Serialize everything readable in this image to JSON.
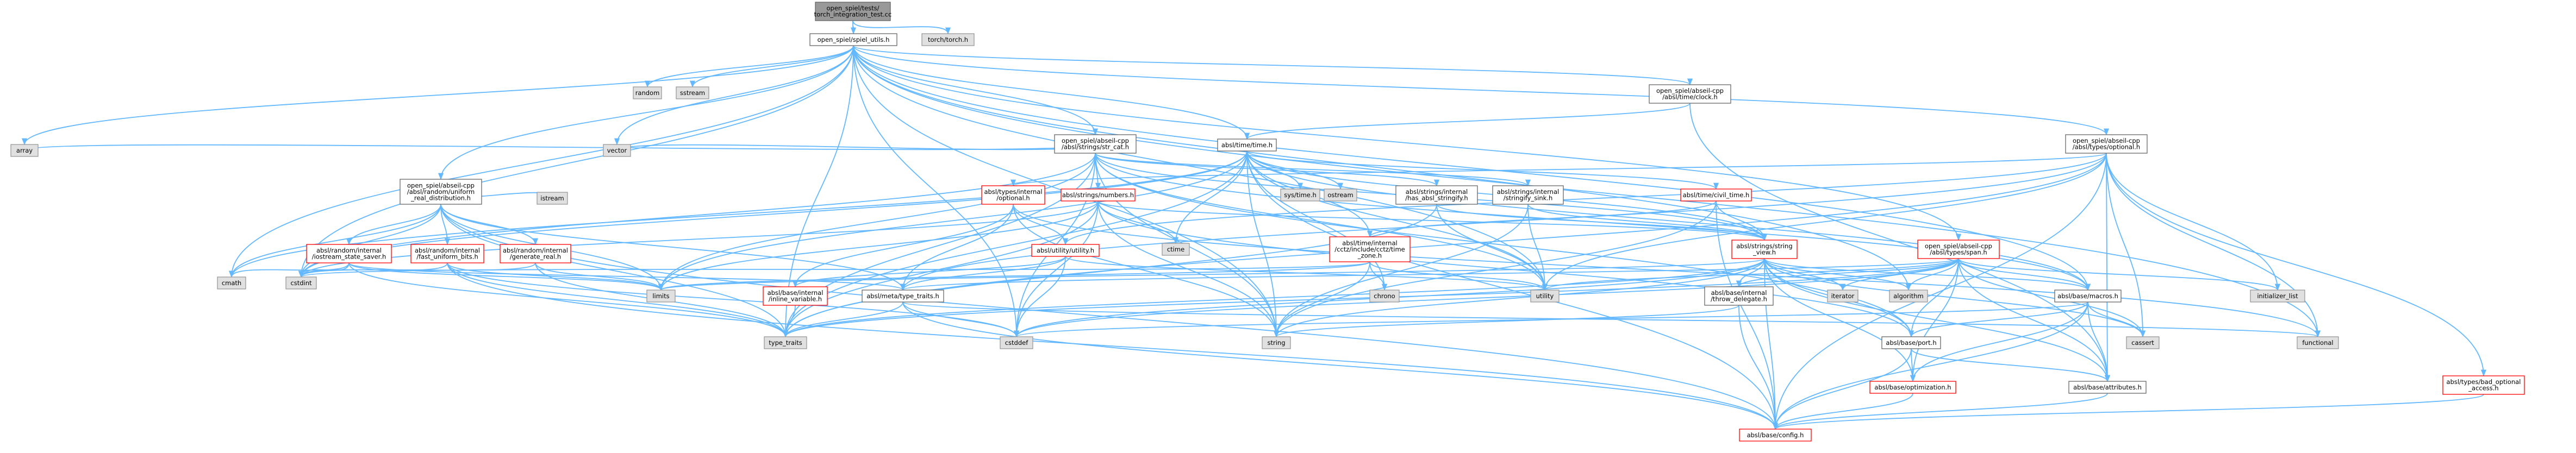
{
  "colors": {
    "edge": "#63b8ff",
    "root_fill": "#999999",
    "plain_fill": "#e0e0e0",
    "plain_border": "#999999",
    "link_fill": "#ffffff",
    "link_border": "#666666",
    "missing_border": "#ff0000"
  },
  "nodes": [
    {
      "id": "root",
      "lines": [
        "open_spiel/tests/",
        "torch_integration_test.cc"
      ],
      "kind": "root"
    },
    {
      "id": "spiel_utils",
      "lines": [
        "open_spiel/spiel_utils.h"
      ],
      "kind": "link"
    },
    {
      "id": "torch",
      "lines": [
        "torch/torch.h"
      ],
      "kind": "plain"
    },
    {
      "id": "random",
      "lines": [
        "random"
      ],
      "kind": "plain"
    },
    {
      "id": "sstream",
      "lines": [
        "sstream"
      ],
      "kind": "plain"
    },
    {
      "id": "array",
      "lines": [
        "array"
      ],
      "kind": "plain"
    },
    {
      "id": "vector",
      "lines": [
        "vector"
      ],
      "kind": "plain"
    },
    {
      "id": "cmath",
      "lines": [
        "cmath"
      ],
      "kind": "plain"
    },
    {
      "id": "cstdint",
      "lines": [
        "cstdint"
      ],
      "kind": "plain"
    },
    {
      "id": "clock",
      "lines": [
        "open_spiel/abseil-cpp",
        "/absl/time/clock.h"
      ],
      "kind": "link"
    },
    {
      "id": "optional",
      "lines": [
        "open_spiel/abseil-cpp",
        "/absl/types/optional.h"
      ],
      "kind": "link"
    },
    {
      "id": "str_cat",
      "lines": [
        "open_spiel/abseil-cpp",
        "/absl/strings/str_cat.h"
      ],
      "kind": "link"
    },
    {
      "id": "time",
      "lines": [
        "absl/time/time.h"
      ],
      "kind": "link"
    },
    {
      "id": "uniform_real",
      "lines": [
        "open_spiel/abseil-cpp",
        "/absl/random/uniform",
        "_real_distribution.h"
      ],
      "kind": "link"
    },
    {
      "id": "istream",
      "lines": [
        "istream"
      ],
      "kind": "plain"
    },
    {
      "id": "sys_time",
      "lines": [
        "sys/time.h"
      ],
      "kind": "plain"
    },
    {
      "id": "ostream",
      "lines": [
        "ostream"
      ],
      "kind": "plain"
    },
    {
      "id": "has_absl_stringify",
      "lines": [
        "absl/strings/internal",
        "/has_absl_stringify.h"
      ],
      "kind": "link"
    },
    {
      "id": "stringify_sink",
      "lines": [
        "absl/strings/internal",
        "/stringify_sink.h"
      ],
      "kind": "link"
    },
    {
      "id": "types_internal_optional",
      "lines": [
        "absl/types/internal",
        "/optional.h"
      ],
      "kind": "missing"
    },
    {
      "id": "numbers",
      "lines": [
        "absl/strings/numbers.h"
      ],
      "kind": "missing"
    },
    {
      "id": "civil_time",
      "lines": [
        "absl/time/civil_time.h"
      ],
      "kind": "missing"
    },
    {
      "id": "ctime",
      "lines": [
        "ctime"
      ],
      "kind": "plain"
    },
    {
      "id": "utility_h",
      "lines": [
        "absl/utility/utility.h"
      ],
      "kind": "missing"
    },
    {
      "id": "time_zone",
      "lines": [
        "absl/time/internal",
        "/cctz/include/cctz/time",
        "_zone.h"
      ],
      "kind": "missing"
    },
    {
      "id": "string_view",
      "lines": [
        "absl/strings/string",
        "_view.h"
      ],
      "kind": "missing"
    },
    {
      "id": "span",
      "lines": [
        "open_spiel/abseil-cpp",
        "/absl/types/span.h"
      ],
      "kind": "missing"
    },
    {
      "id": "iostream_state_saver",
      "lines": [
        "absl/random/internal",
        "/iostream_state_saver.h"
      ],
      "kind": "missing"
    },
    {
      "id": "fast_uniform_bits",
      "lines": [
        "absl/random/internal",
        "/fast_uniform_bits.h"
      ],
      "kind": "missing"
    },
    {
      "id": "generate_real",
      "lines": [
        "absl/random/internal",
        "/generate_real.h"
      ],
      "kind": "missing"
    },
    {
      "id": "limits",
      "lines": [
        "limits"
      ],
      "kind": "plain"
    },
    {
      "id": "inline_variable",
      "lines": [
        "absl/base/internal",
        "/inline_variable.h"
      ],
      "kind": "missing"
    },
    {
      "id": "type_traits_h",
      "lines": [
        "absl/meta/type_traits.h"
      ],
      "kind": "link"
    },
    {
      "id": "chrono",
      "lines": [
        "chrono"
      ],
      "kind": "plain"
    },
    {
      "id": "utility",
      "lines": [
        "utility"
      ],
      "kind": "plain"
    },
    {
      "id": "throw_delegate",
      "lines": [
        "absl/base/internal",
        "/throw_delegate.h"
      ],
      "kind": "link"
    },
    {
      "id": "iterator",
      "lines": [
        "iterator"
      ],
      "kind": "plain"
    },
    {
      "id": "algorithm",
      "lines": [
        "algorithm"
      ],
      "kind": "plain"
    },
    {
      "id": "macros",
      "lines": [
        "absl/base/macros.h"
      ],
      "kind": "link"
    },
    {
      "id": "initializer_list",
      "lines": [
        "initializer_list"
      ],
      "kind": "plain"
    },
    {
      "id": "type_traits",
      "lines": [
        "type_traits"
      ],
      "kind": "plain"
    },
    {
      "id": "cstddef",
      "lines": [
        "cstddef"
      ],
      "kind": "plain"
    },
    {
      "id": "string",
      "lines": [
        "string"
      ],
      "kind": "plain"
    },
    {
      "id": "port",
      "lines": [
        "absl/base/port.h"
      ],
      "kind": "link"
    },
    {
      "id": "cassert",
      "lines": [
        "cassert"
      ],
      "kind": "plain"
    },
    {
      "id": "functional",
      "lines": [
        "functional"
      ],
      "kind": "plain"
    },
    {
      "id": "optimization",
      "lines": [
        "absl/base/optimization.h"
      ],
      "kind": "missing"
    },
    {
      "id": "attributes",
      "lines": [
        "absl/base/attributes.h"
      ],
      "kind": "link"
    },
    {
      "id": "bad_optional_access",
      "lines": [
        "absl/types/bad_optional",
        "_access.h"
      ],
      "kind": "missing"
    },
    {
      "id": "config",
      "lines": [
        "absl/base/config.h"
      ],
      "kind": "missing"
    }
  ]
}
